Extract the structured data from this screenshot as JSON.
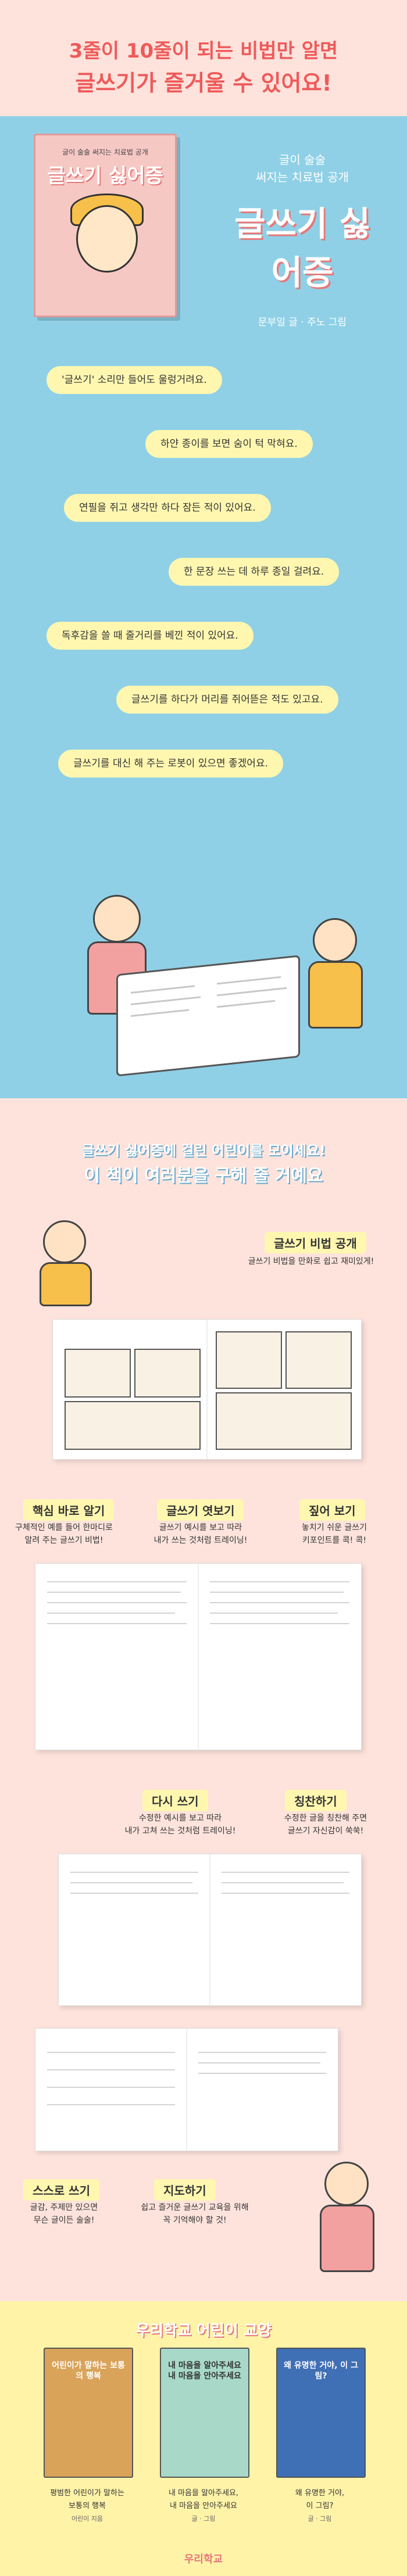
{
  "hero": {
    "headline_1": "3줄이 10줄이 되는 비법만 알면",
    "headline_2": "글쓰기가 즐거울 수 있어요!"
  },
  "book_cover": {
    "subtitle": "글이 술술 써지는 치료법 공개",
    "title": "글쓰기 싫어증"
  },
  "right_title": {
    "subtitle_line1": "글이 술술",
    "subtitle_line2": "써지는 치료법 공개",
    "title": "글쓰기 싫어증",
    "authors": "문부일 글 · 주노 그림"
  },
  "bubbles": [
    "'글쓰기' 소리만 들어도 울렁거려요.",
    "하얀 종이를 보면 숨이 턱 막혀요.",
    "연필을 쥐고 생각만 하다 잠든 적이 있어요.",
    "한 문장 쓰는 데 하루 종일 걸려요.",
    "독후감을 쓸 때 줄거리를 베낀 적이 있어요.",
    "글쓰기를 하다가 머리를 쥐어뜯은 적도 있고요.",
    "글쓰기를 대신 해 주는 로봇이 있으면 좋겠어요."
  ],
  "section3": {
    "title_1": "글쓰기 싫어증에 걸린 어린이를 모이세요!",
    "title_2": "이 책이 여러분을 구해 줄 거예요"
  },
  "features": [
    {
      "label": "글쓰기 비법 공개",
      "desc_1": "글쓰기 비법을 만화로 쉽고 재미있게!"
    },
    {
      "label": "핵심 바로 알기",
      "desc_1": "구체적인 예를 들어 한마디로",
      "desc_2": "알려 주는 글쓰기 비법!"
    },
    {
      "label": "글쓰기 엿보기",
      "desc_1": "글쓰기 예시를 보고 따라",
      "desc_2": "내가 쓰는 것처럼 트레이닝!"
    },
    {
      "label": "짚어 보기",
      "desc_1": "놓치기 쉬운 글쓰기",
      "desc_2": "키포인트를 콕! 콕!"
    },
    {
      "label": "다시 쓰기",
      "desc_1": "수정한 예시를 보고 따라",
      "desc_2": "내가 고쳐 쓰는 것처럼 트레이닝!"
    },
    {
      "label": "칭찬하기",
      "desc_1": "수정한 글을 칭찬해 주면",
      "desc_2": "글쓰기 자신감이 쑥쑥!"
    },
    {
      "label": "스스로 쓰기",
      "desc_1": "글감, 주제만 있으면",
      "desc_2": "무슨 글이든 술술!"
    },
    {
      "label": "지도하기",
      "desc_1": "쉽고 즐거운 글쓰기 교육을 위해",
      "desc_2": "꼭 기억해야 할 것!"
    }
  ],
  "series": {
    "title": "우리학교 어린이 교양",
    "books": [
      {
        "cover_title": "어린이가 말하는 보통의 행복",
        "cap_1": "평범한 어린이가 말하는",
        "cap_2": "보통의 행복",
        "author": "어린이 지음",
        "color": "#d9a35a"
      },
      {
        "cover_title": "내 마음을 알아주세요 내 마음을 안아주세요",
        "cap_1": "내 마음을 알아주세요,",
        "cap_2": "내 마음을 안아주세요",
        "author": "글 · 그림",
        "color": "#a8d9c8"
      },
      {
        "cover_title": "왜 유명한 거야, 이 그림?",
        "cap_1": "왜 유명한 거야,",
        "cap_2": "이 그림?",
        "author": "글 · 그림",
        "color": "#3f6fb5"
      }
    ]
  },
  "publisher": "우리학교",
  "colors": {
    "pink_bg": "#fde3dc",
    "blue_bg": "#8fd0e6",
    "yellow_bg": "#fff3a8",
    "accent_red": "#ef5a5a",
    "bubble": "#fff7b0"
  }
}
